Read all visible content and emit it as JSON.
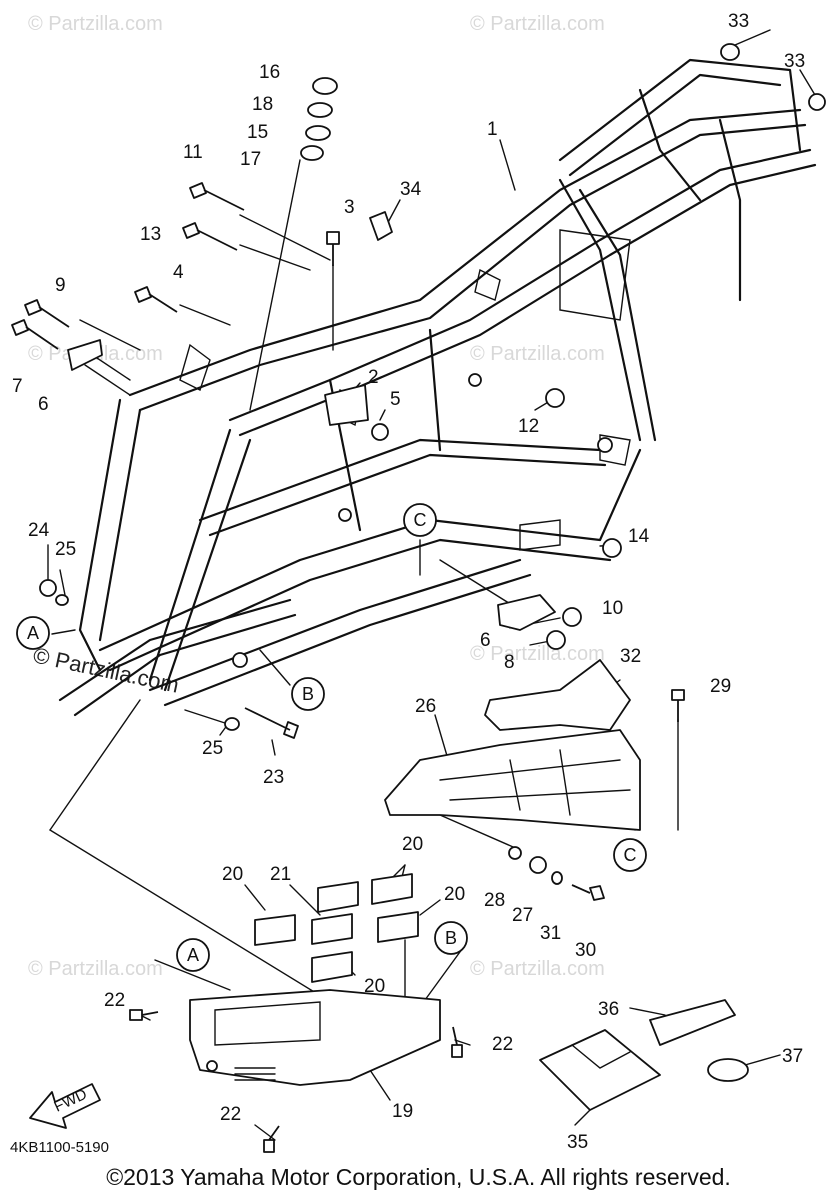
{
  "watermark": "© Partzilla.com",
  "watermark_overlay": "© Partzilla.com",
  "diagram_code": "4KB1100-5190",
  "fwd_label": "FWD",
  "copyright": "©2013 Yamaha Motor Corporation, U.S.A. All rights reserved.",
  "callouts": [
    "A",
    "B",
    "C"
  ],
  "part_numbers": [
    "1",
    "2",
    "3",
    "4",
    "5",
    "6",
    "7",
    "8",
    "9",
    "10",
    "11",
    "12",
    "13",
    "14",
    "15",
    "16",
    "17",
    "18",
    "19",
    "20",
    "21",
    "22",
    "23",
    "24",
    "25",
    "26",
    "27",
    "28",
    "29",
    "30",
    "31",
    "32",
    "33",
    "34",
    "35",
    "36",
    "37"
  ]
}
